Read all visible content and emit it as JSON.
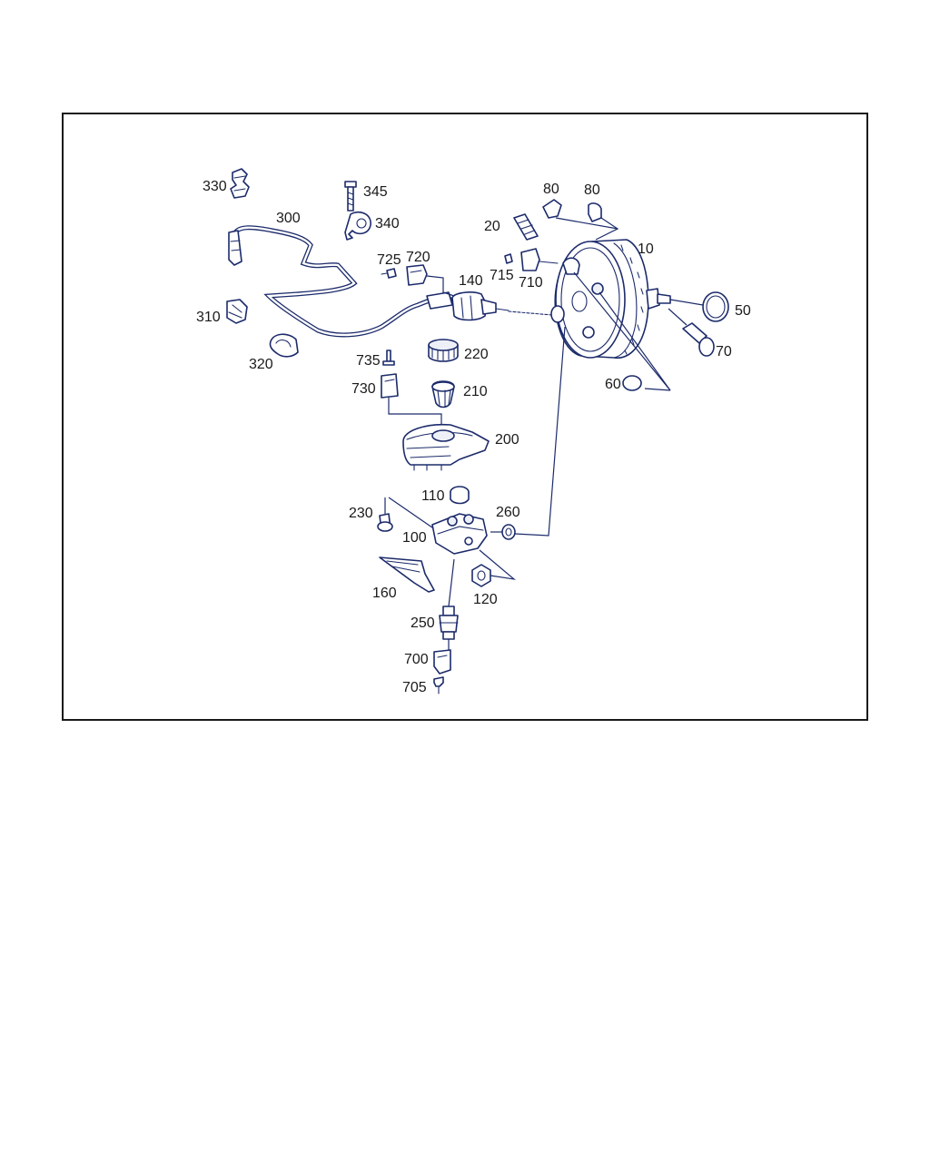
{
  "diagram": {
    "callouts": {
      "c10": "10",
      "c20": "20",
      "c50": "50",
      "c60": "60",
      "c70": "70",
      "c80a": "80",
      "c80b": "80",
      "c100": "100",
      "c110": "110",
      "c120": "120",
      "c140": "140",
      "c160": "160",
      "c200": "200",
      "c210": "210",
      "c220": "220",
      "c230": "230",
      "c250": "250",
      "c260": "260",
      "c300": "300",
      "c310": "310",
      "c320": "320",
      "c330": "330",
      "c340": "340",
      "c345": "345",
      "c700": "700",
      "c705": "705",
      "c710": "710",
      "c715": "715",
      "c720": "720",
      "c725": "725",
      "c730": "730",
      "c735": "735"
    }
  }
}
